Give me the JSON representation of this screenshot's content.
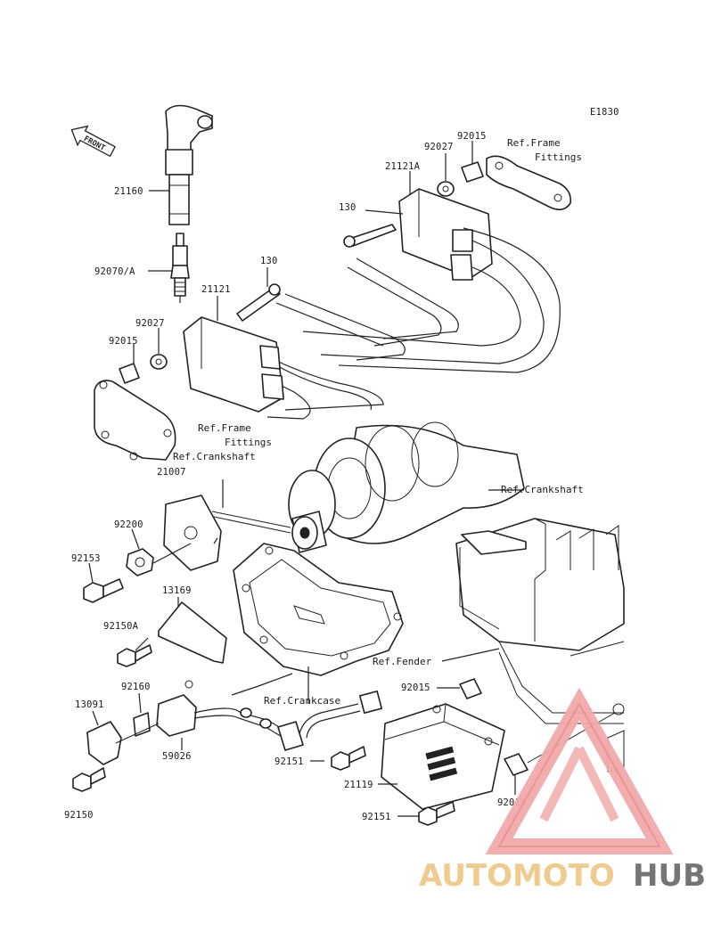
{
  "diagram_code": "E1830",
  "front_arrow_label": "FRONT",
  "part_labels": {
    "p21160": "21160",
    "p92070a": "92070/A",
    "p130a": "130",
    "p130b": "130",
    "p21121": "21121",
    "p21121a": "21121A",
    "p92027a": "92027",
    "p92027b": "92027",
    "p92015a": "92015",
    "p92015b": "92015",
    "p92015c": "92015",
    "p92015d": "92015",
    "p21007": "21007",
    "p92200": "92200",
    "p92153": "92153",
    "p13169": "13169",
    "p92150a": "92150A",
    "p92160": "92160",
    "p13091": "13091",
    "p59026": "59026",
    "p92150": "92150",
    "p92151a": "92151",
    "p92151b": "92151",
    "p21119": "21119"
  },
  "ref_labels": {
    "frame_fittings_top_1": "Ref.Frame",
    "frame_fittings_top_2": "Fittings",
    "frame_fittings_mid_1": "Ref.Frame",
    "frame_fittings_mid_2": "Fittings",
    "crankshaft_left": "Ref.Crankshaft",
    "crankshaft_right": "Ref.Crankshaft",
    "fender": "Ref.Fender",
    "crankcase": "Ref.Crankcase"
  },
  "watermark": {
    "text_part1": "AUTOMOTO",
    "text_part2": "HUB",
    "color_primary": "#f0a8a8",
    "color_secondary": "#f0c98a",
    "color_dark": "#6e6e6e"
  }
}
